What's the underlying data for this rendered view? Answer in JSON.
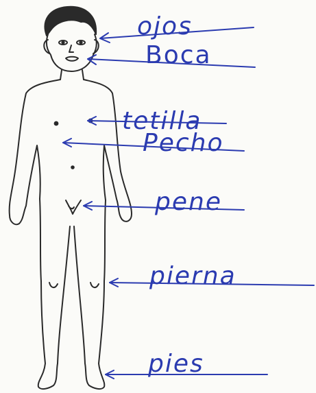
{
  "worksheet": {
    "ink_color": "#2b3bb0",
    "figure_color": "#2a2a2a",
    "labels": [
      {
        "id": "ojos",
        "text": "ojos"
      },
      {
        "id": "boca",
        "text": "Boca"
      },
      {
        "id": "tetilla",
        "text": "tetilla"
      },
      {
        "id": "pecho",
        "text": "Pecho"
      },
      {
        "id": "pene",
        "text": "pene"
      },
      {
        "id": "pierna",
        "text": "pierna"
      },
      {
        "id": "pies",
        "text": "pies"
      }
    ]
  }
}
